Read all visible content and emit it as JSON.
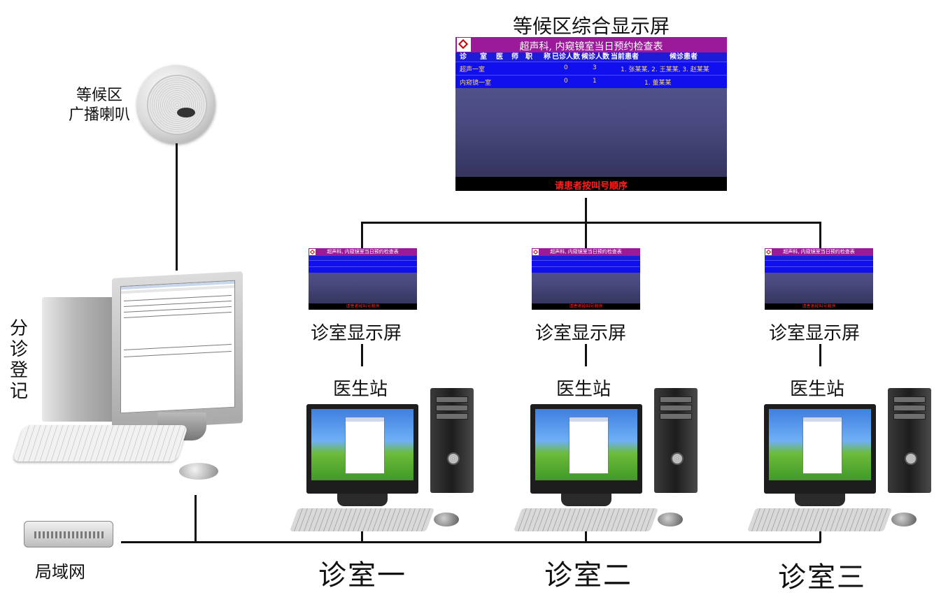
{
  "title_waiting_display": "等候区综合显示屏",
  "speaker_label_line1": "等候区",
  "speaker_label_line2": "广播喇叭",
  "registration_label": [
    "分",
    "诊",
    "登",
    "记"
  ],
  "lan_label": "局域网",
  "room_display_label": "诊室显示屏",
  "doctor_station_label": "医生站",
  "rooms": [
    "诊室一",
    "诊室二",
    "诊室三"
  ],
  "big_screen": {
    "header": "超声科, 内窥镜室当日预约检查表",
    "columns": [
      "诊",
      "室",
      "医",
      "师",
      "职",
      "称",
      "已诊人数",
      "候诊人数",
      "当前患者",
      "候诊患者"
    ],
    "rows": [
      {
        "room": "超声一室",
        "done": "0",
        "waiting": "3",
        "queue": "1. 张某某, 2. 王某某, 3. 赵某某"
      },
      {
        "room": "内窥镜一室",
        "done": "0",
        "waiting": "1",
        "queue": "1. 董某某"
      }
    ],
    "footer": "请患者按叫号顺序"
  },
  "colors": {
    "screen_header": "#9a1a9a",
    "screen_columns": "#1b1bd8",
    "screen_rows": "#1010ee",
    "screen_text": "#ffd56a",
    "footer_text": "#ff2020",
    "lines": "#111111"
  }
}
